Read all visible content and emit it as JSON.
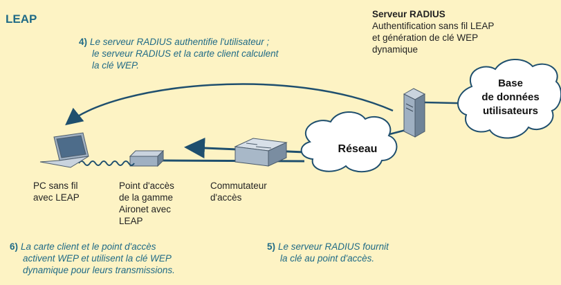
{
  "title": "LEAP",
  "radius_server": {
    "heading": "Serveur RADIUS",
    "lines": [
      "Authentification sans fil LEAP",
      "et génération de clé WEP",
      "dynamique"
    ]
  },
  "steps": {
    "step4": {
      "num": "4)",
      "lines": [
        "Le serveur RADIUS authentifie l'utilisateur ;",
        "le serveur RADIUS et la carte client calculent",
        "la clé WEP."
      ]
    },
    "step5": {
      "num": "5)",
      "lines": [
        "Le serveur RADIUS fournit",
        "la clé au point d'accès."
      ]
    },
    "step6": {
      "num": "6)",
      "lines": [
        "La carte client et le point d'accès",
        "activent WEP et utilisent la clé WEP",
        "dynamique pour leurs transmissions."
      ]
    }
  },
  "devices": {
    "pc": [
      "PC sans fil",
      "avec LEAP"
    ],
    "ap": [
      "Point d'accès",
      "de la gamme",
      "Aironet avec",
      "LEAP"
    ],
    "switch": [
      "Commutateur",
      "d'accès"
    ]
  },
  "clouds": {
    "network": "Réseau",
    "database": [
      "Base",
      "de données",
      "utilisateurs"
    ]
  },
  "colors": {
    "background": "#fdf3c4",
    "accent": "#1f6a86",
    "link": "#1f4f6e"
  }
}
